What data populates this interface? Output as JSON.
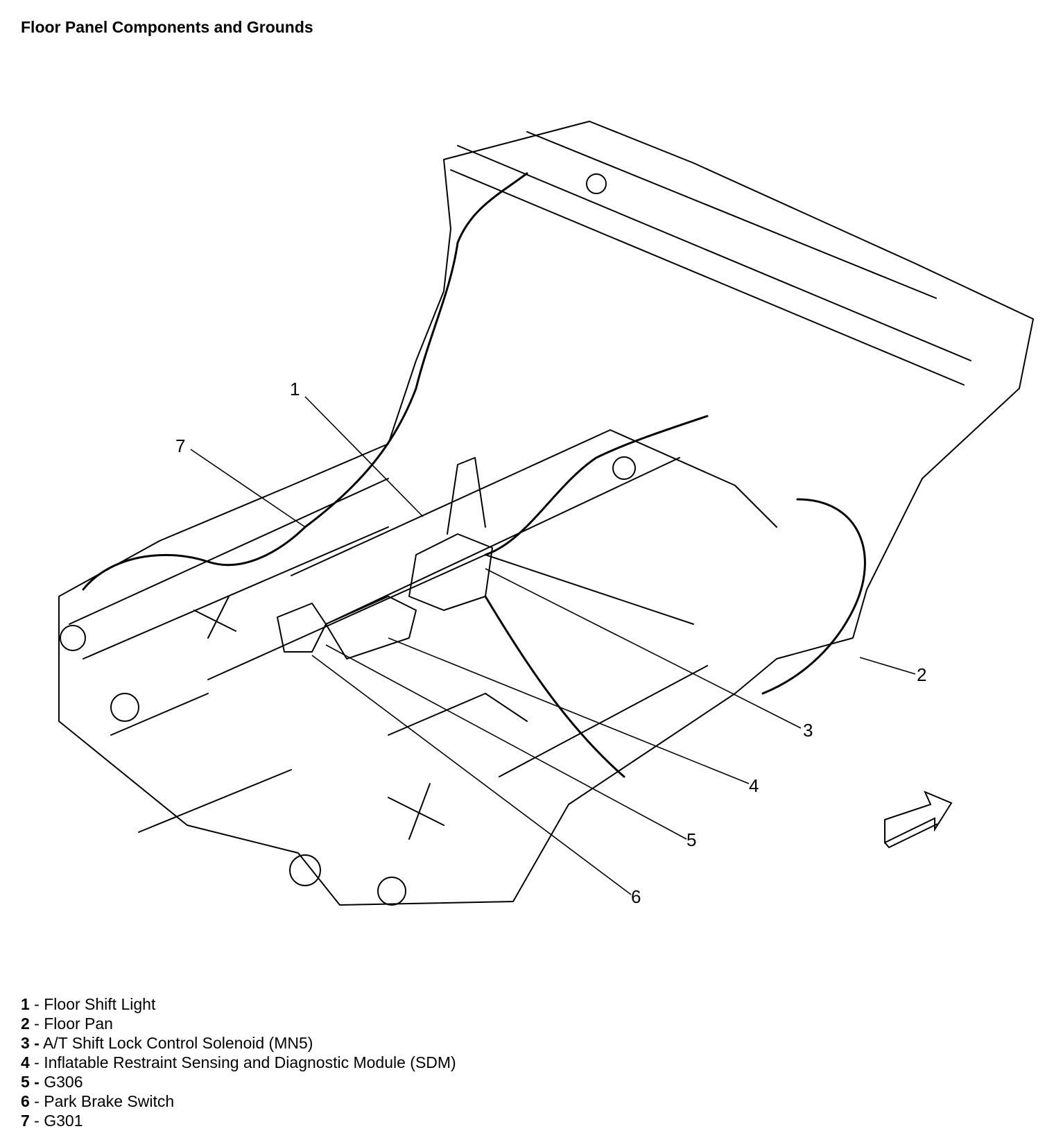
{
  "title": "Floor Panel Components and Grounds",
  "callouts": [
    "1",
    "2",
    "3",
    "4",
    "5",
    "6",
    "7"
  ],
  "legend": [
    {
      "num": "1",
      "sep": " - ",
      "label": "Floor Shift Light"
    },
    {
      "num": "2",
      "sep": " - ",
      "label": "Floor Pan"
    },
    {
      "num": "3 -",
      "sep": " ",
      "label": "A/T Shift Lock Control Solenoid (MN5)"
    },
    {
      "num": "4",
      "sep": " - ",
      "label": "Inflatable Restraint Sensing and Diagnostic Module (SDM)"
    },
    {
      "num": "5 -",
      "sep": " ",
      "label": "G306"
    },
    {
      "num": "6",
      "sep": " - ",
      "label": "Park Brake Switch"
    },
    {
      "num": "7",
      "sep": " - ",
      "label": "G301"
    }
  ],
  "icons": {
    "direction": "forward-arrow-icon"
  }
}
